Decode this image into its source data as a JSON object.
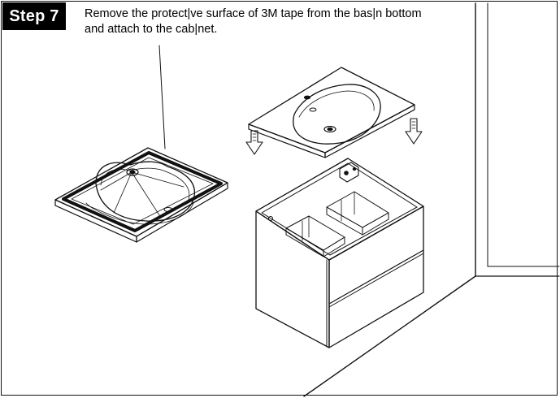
{
  "step": {
    "label": "Step 7"
  },
  "instruction": {
    "line1": "Remove the protect|ve surface of 3M tape from the bas|n bottom",
    "line2": "and attach to the cab|net."
  },
  "icons": [
    "down-arrow-icon",
    "down-arrow-icon"
  ],
  "colors": {
    "ink": "#111111",
    "badge_bg": "#000000",
    "badge_text": "#ffffff",
    "paper": "#ffffff"
  }
}
